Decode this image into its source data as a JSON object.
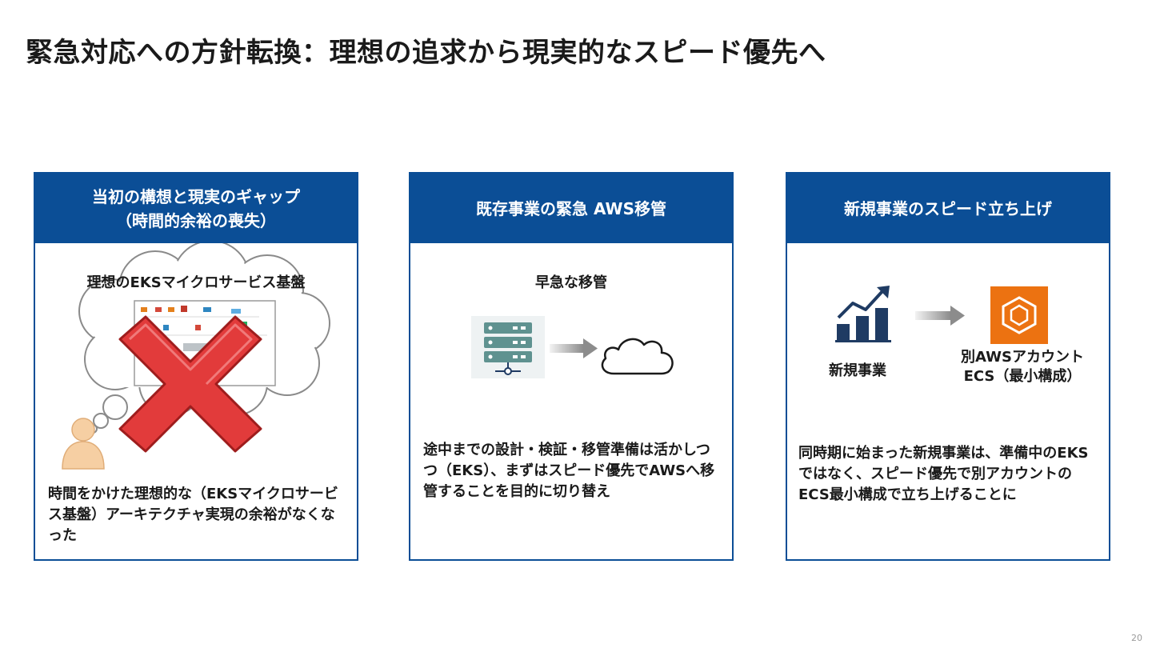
{
  "title": "緊急対応への方針転換：理想の追求から現実的なスピード優先へ",
  "page_number": "20",
  "cards": [
    {
      "header_line1": "当初の構想と現実のギャップ",
      "header_line2": "（時間的余裕の喪失）",
      "diagram_label": "理想のEKSマイクロサービス基盤",
      "body": "時間をかけた理想的な（EKSマイクロサービス基盤）アーキテクチャ実現の余裕がなくなった"
    },
    {
      "header_line1": "既存事業の緊急 AWS移管",
      "diagram_label": "早急な移管",
      "body": "途中までの設計・検証・移管準備は活かしつつ（EKS）、まずはスピード優先でAWSへ移管することを目的に切り替え"
    },
    {
      "header_line1": "新規事業のスピード立ち上げ",
      "left_label": "新規事業",
      "right_label_line1": "別AWSアカウント",
      "right_label_line2": "ECS（最小構成）",
      "body": "同時期に始まった新規事業は、準備中のEKSではなく、スピード優先で別アカウントのECS最小構成で立ち上げることに"
    }
  ],
  "colors": {
    "header_blue": "#0b4e96",
    "cross_red": "#e23b3b",
    "ecs_orange": "#ec7211",
    "chart_navy": "#1f3b63"
  },
  "icons": [
    "thought-cloud-icon",
    "cross-mark-icon",
    "person-icon",
    "server-icon",
    "cloud-icon",
    "arrow-right-icon",
    "growth-chart-icon",
    "ecs-icon"
  ]
}
